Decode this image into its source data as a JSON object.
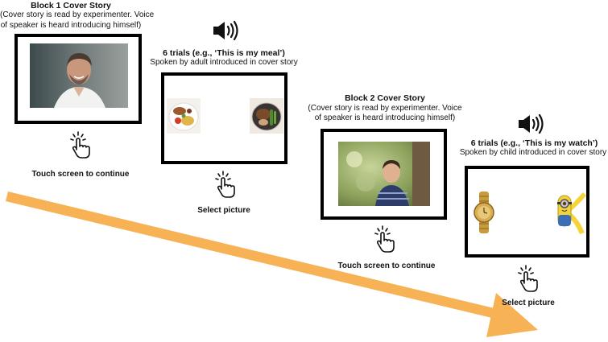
{
  "block1": {
    "title": "Block 1 Cover Story",
    "description_line1": "(Cover story is read by experimenter. Voice",
    "description_line2": "of speaker is heard introducing himself)",
    "action": "Touch screen to continue"
  },
  "trials1": {
    "title": "6 trials (e.g., ‘This is my meal’)",
    "subtitle": "Spoken by adult introduced in cover story",
    "action": "Select picture"
  },
  "block2": {
    "title": "Block 2 Cover Story",
    "description_line1": "(Cover story is read by experimenter. Voice",
    "description_line2": "of speaker is heard introducing himself)",
    "action": "Touch screen to continue"
  },
  "trials2": {
    "title": "6 trials (e.g., ‘This is my watch’)",
    "subtitle": "Spoken by child introduced in cover story",
    "action": "Select picture"
  },
  "colors": {
    "arrow": "#f6b254",
    "frame": "#000000"
  }
}
